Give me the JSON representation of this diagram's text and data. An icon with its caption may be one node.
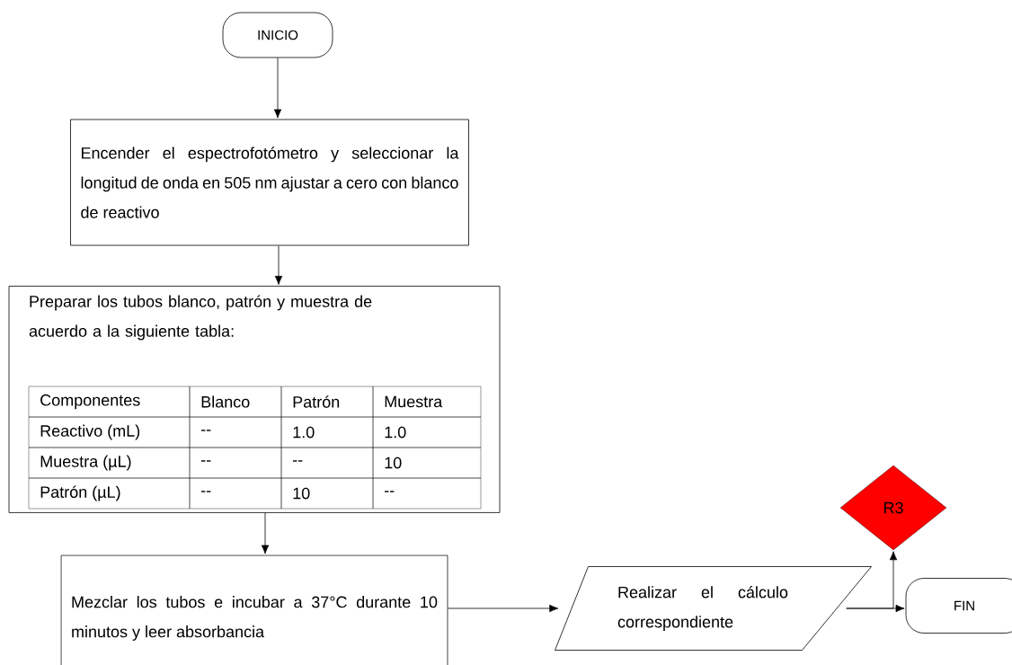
{
  "diagram": {
    "nodes": [
      {
        "text": [
          "INICIO"
        ]
      },
      {
        "text": [
          "Encender el espectrofotómetro y seleccionar la longitud de onda en 505 nm ajustar a cero con blanco de reactivo"
        ]
      },
      {
        "text": [
          "Preparar los tubos blanco, patrón y muestra de acuerdo a la siguiente tabla:"
        ]
      },
      {
        "text": [
          "Mezclar los tubos e incubar a 37°C durante 10 minutos y leer absorbancia"
        ]
      },
      {
        "text": [
          "Realizar el cálculo correspondiente"
        ]
      },
      {
        "text": [
          "R3"
        ]
      },
      {
        "text": [
          "FIN"
        ]
      }
    ],
    "edges": [
      {
        "from": 0,
        "to": 1,
        "arrow": "to"
      },
      {
        "from": 1,
        "to": 2,
        "arrow": "to"
      },
      {
        "from": 2,
        "to": 3,
        "arrow": "to"
      },
      {
        "from": 3,
        "to": 4,
        "arrow": "to"
      },
      {
        "from": 4,
        "to": 6,
        "arrow": "to"
      },
      {
        "from": 4,
        "to": 5,
        "arrow": "to"
      }
    ],
    "labels": [
      "Componentes",
      "Blanco",
      "Patrón",
      "Muestra",
      "Reactivo (mL)",
      "--",
      "1.0",
      "1.0",
      "Muestra (µL)",
      "--",
      "--",
      "10",
      "Patrón (µL)",
      "--",
      "10",
      "--"
    ]
  }
}
